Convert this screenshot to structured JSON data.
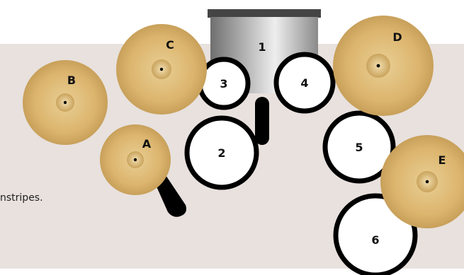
{
  "caption": "nstripes.",
  "colors": {
    "background_band": "#e8e1de",
    "drum_fill": "#ffffff",
    "drum_rim": "#000000",
    "cymbal_light": "#e7c98a",
    "cymbal_dark": "#c69c52",
    "kick_metal": "#9a9a9a"
  },
  "drums": [
    {
      "id": "1",
      "label": "1"
    },
    {
      "id": "2",
      "label": "2"
    },
    {
      "id": "3",
      "label": "3"
    },
    {
      "id": "4",
      "label": "4"
    },
    {
      "id": "5",
      "label": "5"
    },
    {
      "id": "6",
      "label": "6"
    }
  ],
  "cymbals": [
    {
      "id": "A",
      "label": "A"
    },
    {
      "id": "B",
      "label": "B"
    },
    {
      "id": "C",
      "label": "C"
    },
    {
      "id": "D",
      "label": "D"
    },
    {
      "id": "E",
      "label": "E"
    }
  ]
}
